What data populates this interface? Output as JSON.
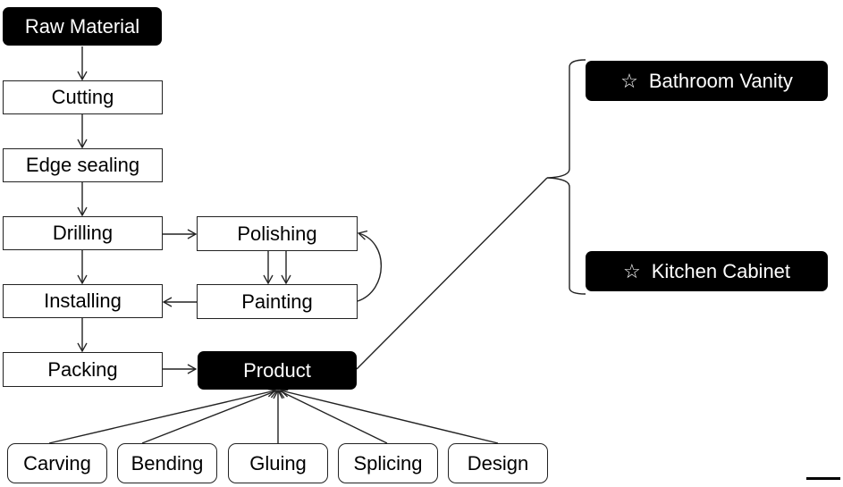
{
  "process_steps": {
    "raw_material": "Raw Material",
    "cutting": "Cutting",
    "edge_sealing": "Edge sealing",
    "drilling": "Drilling",
    "polishing": "Polishing",
    "installing": "Installing",
    "painting": "Painting",
    "packing": "Packing",
    "product": "Product"
  },
  "techniques": [
    "Carving",
    "Bending",
    "Gluing",
    "Splicing",
    "Design"
  ],
  "products": [
    {
      "icon": "☆",
      "label": "Bathroom Vanity"
    },
    {
      "icon": "☆",
      "label": "Kitchen Cabinet"
    }
  ],
  "colors": {
    "dark_node": "#000000",
    "line": "#222222"
  }
}
